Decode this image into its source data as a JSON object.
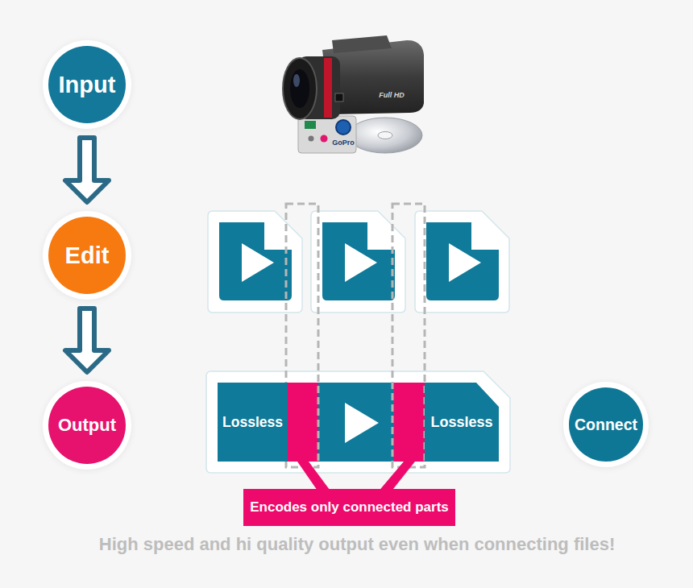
{
  "diagram": {
    "caption": "High speed and hi quality output even when connecting files!",
    "nodes": [
      {
        "text": [
          "Input"
        ]
      },
      {
        "text": [
          "Edit"
        ]
      },
      {
        "text": [
          "Output"
        ]
      },
      {
        "text": [
          "Lossless"
        ]
      },
      {
        "text": [
          "Lossless"
        ]
      },
      {
        "text": [
          "Connect"
        ]
      },
      {
        "text": [
          "Encodes only connected parts"
        ]
      }
    ],
    "edges": [
      {
        "from": 0,
        "to": 1,
        "arrow": "to"
      },
      {
        "from": 1,
        "to": 2,
        "arrow": "to"
      }
    ],
    "labels": [
      "Full HD",
      "GoPro"
    ]
  }
}
